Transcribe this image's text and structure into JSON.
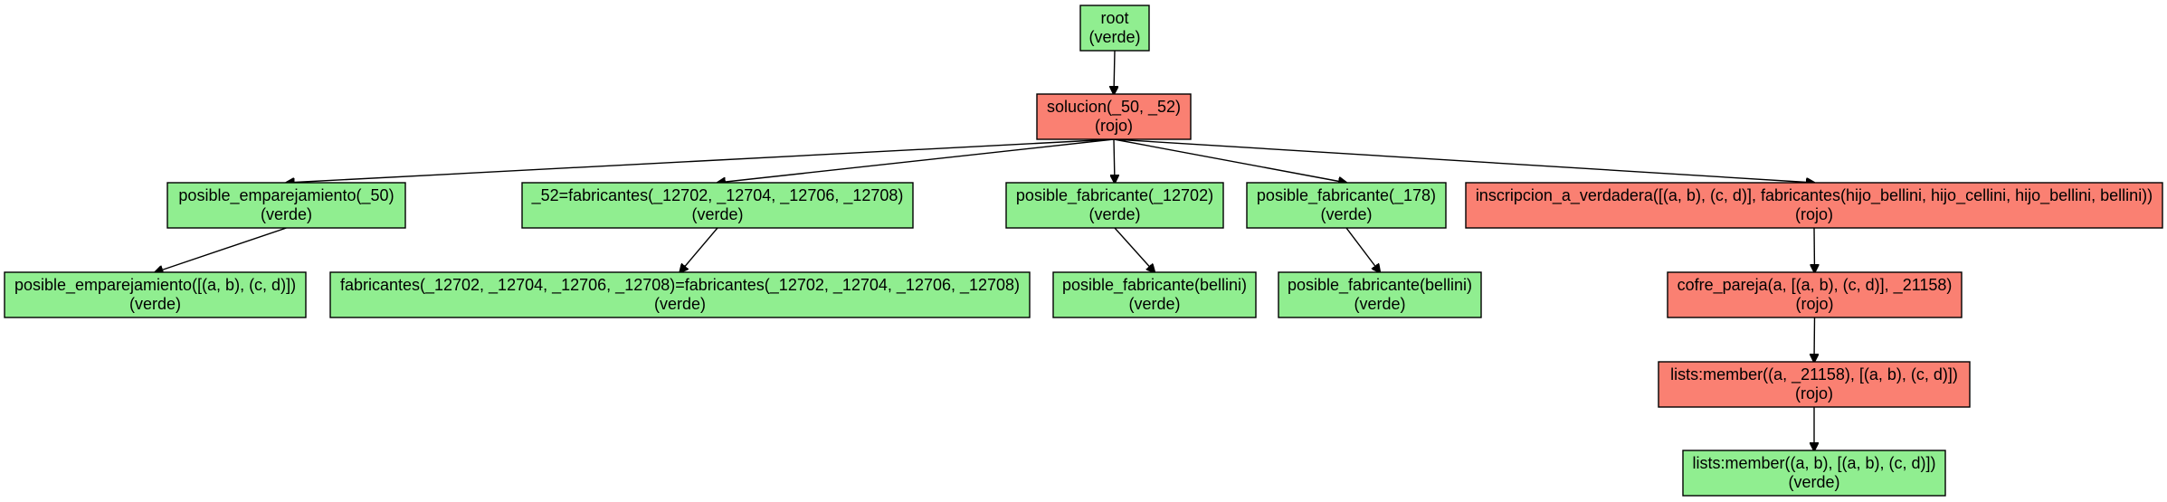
{
  "colors": {
    "verde": "#90ee90",
    "rojo": "#fa8072"
  },
  "nodes": [
    {
      "id": "root",
      "line1": "root",
      "line2": "(verde)",
      "status": "verde"
    },
    {
      "id": "solucion",
      "line1": "solucion(_50, _52)",
      "line2": "(rojo)",
      "status": "rojo"
    },
    {
      "id": "pos_emp_50",
      "line1": "posible_emparejamiento(_50)",
      "line2": "(verde)",
      "status": "verde"
    },
    {
      "id": "fab_eq",
      "line1": "_52=fabricantes(_12702, _12704, _12706, _12708)",
      "line2": "(verde)",
      "status": "verde"
    },
    {
      "id": "pos_fab_12702",
      "line1": "posible_fabricante(_12702)",
      "line2": "(verde)",
      "status": "verde"
    },
    {
      "id": "pos_fab_178",
      "line1": "posible_fabricante(_178)",
      "line2": "(verde)",
      "status": "verde"
    },
    {
      "id": "inscripcion",
      "line1": "inscripcion_a_verdadera([(a, b), (c, d)], fabricantes(hijo_bellini, hijo_cellini, hijo_bellini, bellini))",
      "line2": "(rojo)",
      "status": "rojo"
    },
    {
      "id": "pos_emp_list",
      "line1": "posible_emparejamiento([(a, b), (c, d)])",
      "line2": "(verde)",
      "status": "verde"
    },
    {
      "id": "fab_unif",
      "line1": "fabricantes(_12702, _12704, _12706, _12708)=fabricantes(_12702, _12704, _12706, _12708)",
      "line2": "(verde)",
      "status": "verde"
    },
    {
      "id": "pos_fab_bellini_1",
      "line1": "posible_fabricante(bellini)",
      "line2": "(verde)",
      "status": "verde"
    },
    {
      "id": "pos_fab_bellini_2",
      "line1": "posible_fabricante(bellini)",
      "line2": "(verde)",
      "status": "verde"
    },
    {
      "id": "cofre",
      "line1": "cofre_pareja(a, [(a, b), (c, d)], _21158)",
      "line2": "(rojo)",
      "status": "rojo"
    },
    {
      "id": "member_1",
      "line1": "lists:member((a, _21158), [(a, b), (c, d)])",
      "line2": "(rojo)",
      "status": "rojo"
    },
    {
      "id": "member_2",
      "line1": "lists:member((a, b), [(a, b), (c, d)])",
      "line2": "(verde)",
      "status": "verde"
    }
  ],
  "edges": [
    {
      "from": "root",
      "to": "solucion"
    },
    {
      "from": "solucion",
      "to": "pos_emp_50"
    },
    {
      "from": "solucion",
      "to": "fab_eq"
    },
    {
      "from": "solucion",
      "to": "pos_fab_12702"
    },
    {
      "from": "solucion",
      "to": "pos_fab_178"
    },
    {
      "from": "solucion",
      "to": "inscripcion"
    },
    {
      "from": "pos_emp_50",
      "to": "pos_emp_list"
    },
    {
      "from": "fab_eq",
      "to": "fab_unif"
    },
    {
      "from": "pos_fab_12702",
      "to": "pos_fab_bellini_1"
    },
    {
      "from": "pos_fab_178",
      "to": "pos_fab_bellini_2"
    },
    {
      "from": "inscripcion",
      "to": "cofre"
    },
    {
      "from": "cofre",
      "to": "member_1"
    },
    {
      "from": "member_1",
      "to": "member_2"
    }
  ]
}
